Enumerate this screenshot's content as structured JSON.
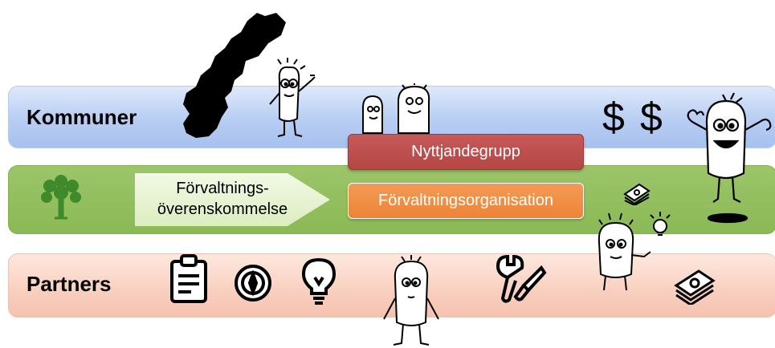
{
  "rows": {
    "kommuner": {
      "label": "Kommuner",
      "color": "#b7cdf3"
    },
    "forvaltning": {
      "color": "#8bb955",
      "arrow_line1": "Förvaltnings-",
      "arrow_line2": "överenskommelse"
    },
    "partners": {
      "label": "Partners",
      "color": "#f9cfbf"
    }
  },
  "boxes": {
    "nyttjandegrupp": {
      "label": "Nyttjandegrupp",
      "color": "#b44644"
    },
    "forvaltningsorganisation": {
      "label": "Förvaltningsorganisation",
      "color": "#ec8436"
    }
  },
  "symbols": {
    "dollar": "$"
  },
  "icons": [
    "sweden-map-icon",
    "idea-character-icon",
    "pair-characters-icon",
    "jumping-character-icon",
    "tree-gears-icon",
    "money-stack-icon",
    "thinking-character-icon",
    "clipboard-icon",
    "compass-icon",
    "lightbulb-icon",
    "standing-character-icon",
    "tools-icon"
  ]
}
